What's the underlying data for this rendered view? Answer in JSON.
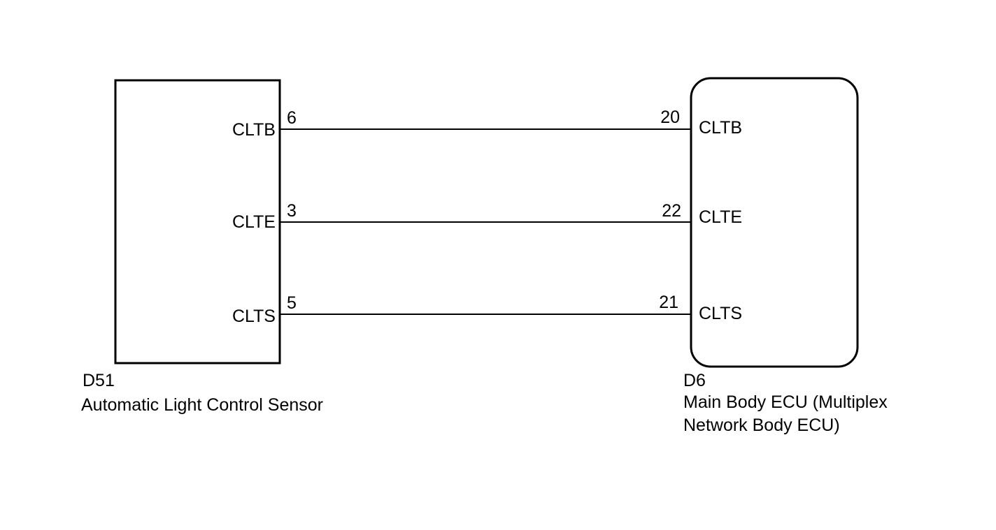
{
  "colors": {
    "stroke": "#000000",
    "background": "#ffffff"
  },
  "left_component": {
    "connector_id": "D51",
    "name": "Automatic Light Control Sensor",
    "pins": [
      {
        "signal": "CLTB",
        "number": "6"
      },
      {
        "signal": "CLTE",
        "number": "3"
      },
      {
        "signal": "CLTS",
        "number": "5"
      }
    ]
  },
  "right_component": {
    "connector_id": "D6",
    "name_line1": "Main Body ECU (Multiplex",
    "name_line2": "Network Body ECU)",
    "pins": [
      {
        "signal": "CLTB",
        "number": "20"
      },
      {
        "signal": "CLTE",
        "number": "22"
      },
      {
        "signal": "CLTS",
        "number": "21"
      }
    ]
  },
  "wires": [
    {
      "from": "D51-6 CLTB",
      "to": "D6-20 CLTB"
    },
    {
      "from": "D51-3 CLTE",
      "to": "D6-22 CLTE"
    },
    {
      "from": "D51-5 CLTS",
      "to": "D6-21 CLTS"
    }
  ]
}
